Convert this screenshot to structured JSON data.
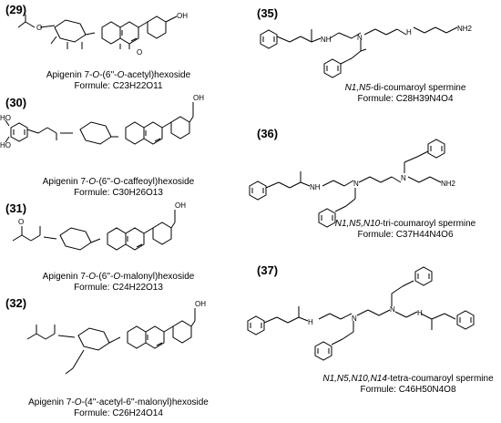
{
  "compounds": [
    {
      "number": "(29)",
      "name_pre": "Apigenin 7-",
      "name_it1": "O",
      "name_mid": "-(6''-",
      "name_it2": "O",
      "name_post": "-acetyl)hexoside",
      "formula_label": "Formule: ",
      "formula": "C23H22O11"
    },
    {
      "number": "(30)",
      "name_pre": "Apigenin 7-",
      "name_it1": "O",
      "name_post": "-(6''-O-caffeoyl)hexoside",
      "formula_label": "Formule: ",
      "formula": "C30H26O13"
    },
    {
      "number": "(31)",
      "name_pre": "Apigenin 7-",
      "name_it1": "O",
      "name_mid": "-(6''-",
      "name_it2": "O",
      "name_post": "-malonyl)hexoside",
      "formula_label": "Formule: ",
      "formula": "C24H22O13"
    },
    {
      "number": "(32)",
      "name_pre": "Apigenin 7-",
      "name_it1": "O",
      "name_post": "-(4''-acetyl-6''-malonyl)hexoside",
      "formula_label": "Formule: ",
      "formula": "C26H24O14"
    },
    {
      "number": "(35)",
      "name_it": "N1,N5",
      "name_post": "-di-coumaroyl spermine",
      "formula_label": "Formule: ",
      "formula": "C28H39N4O4"
    },
    {
      "number": "(36)",
      "name_it": "N1,N5,N10",
      "name_post": "-tri-coumaroyl spermine",
      "formula_label": "Formule: ",
      "formula": "C37H44N4O6"
    },
    {
      "number": "(37)",
      "name_it": "N1,N5,N10,N14",
      "name_post": "-tetra-coumaroyl spermine",
      "formula_label": "Formule: ",
      "formula": "C46H50N4O8"
    }
  ],
  "atoms": {
    "oh": "OH",
    "o": "O",
    "ho": "HO",
    "n": "N",
    "nh": "NH",
    "h": "H",
    "nh2": "NH2"
  }
}
